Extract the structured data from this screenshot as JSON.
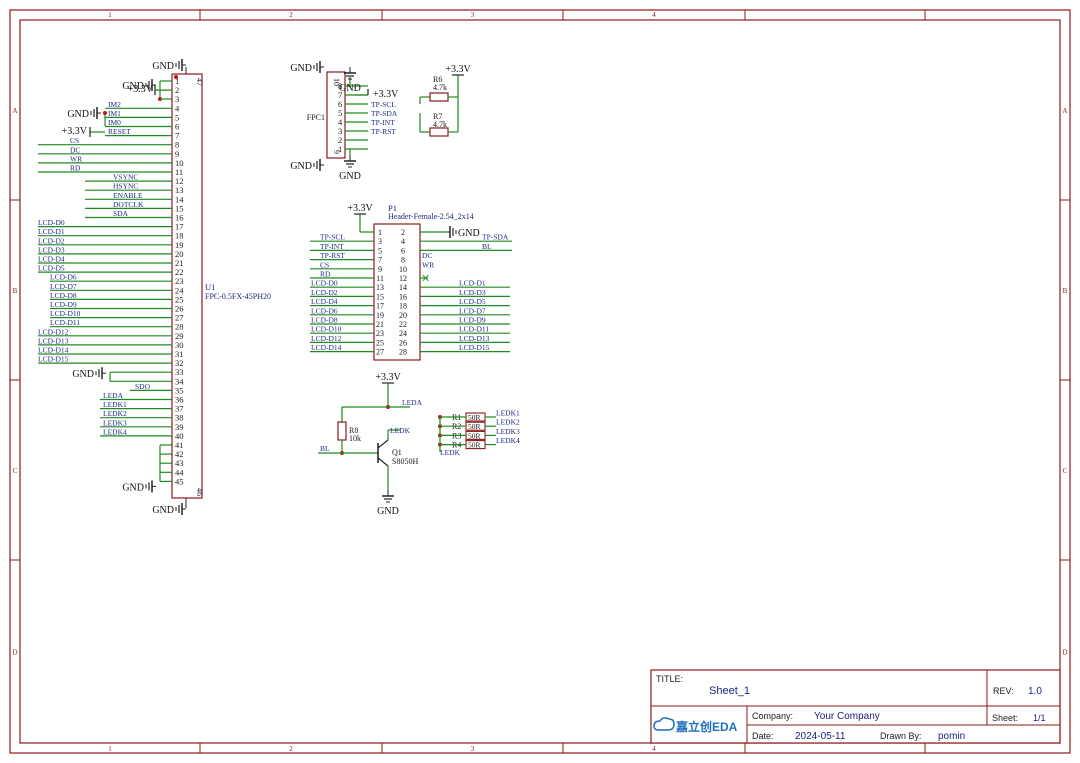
{
  "frame": {
    "columns": [
      "1",
      "2",
      "3",
      "4",
      "1",
      "2",
      "3",
      "4"
    ],
    "rows": [
      "A",
      "B",
      "C",
      "D"
    ],
    "colors": {
      "border": "#8b1a1a",
      "wire": "#1f8a1f",
      "net": "#1f2a8c",
      "text": "#1a1a1a"
    }
  },
  "title_block": {
    "title_label": "TITLE:",
    "title_value": "Sheet_1",
    "rev_label": "REV:",
    "rev_value": "1.0",
    "company_label": "Company:",
    "company_value": "Your Company",
    "sheet_label": "Sheet:",
    "sheet_value": "1/1",
    "date_label": "Date:",
    "date_value": "2024-05-11",
    "drawn_label": "Drawn By:",
    "drawn_value": "pomin",
    "logo_text": "嘉立创EDA"
  },
  "u1": {
    "ref": "U1",
    "value": "FPC-0.5FX-45PH20",
    "pins": [
      "1",
      "2",
      "3",
      "4",
      "5",
      "6",
      "7",
      "8",
      "9",
      "10",
      "11",
      "12",
      "13",
      "14",
      "15",
      "16",
      "17",
      "18",
      "19",
      "20",
      "21",
      "22",
      "23",
      "24",
      "25",
      "26",
      "27",
      "28",
      "29",
      "30",
      "31",
      "32",
      "33",
      "34",
      "35",
      "36",
      "37",
      "38",
      "39",
      "40",
      "41",
      "42",
      "43",
      "44",
      "45"
    ],
    "pin_top": "47",
    "pin_bottom": "46",
    "nets": [
      {
        "pin": 2,
        "label": "+3.3V",
        "kind": "power"
      },
      {
        "pin": 4,
        "label": "IM2",
        "kind": "net"
      },
      {
        "pin": 5,
        "label": "IM1",
        "kind": "net"
      },
      {
        "pin": 6,
        "label": "IM0",
        "kind": "net"
      },
      {
        "pin": 7,
        "label": "RESET",
        "kind": "net"
      },
      {
        "pin": 8,
        "label": "CS",
        "kind": "net"
      },
      {
        "pin": 9,
        "label": "DC",
        "kind": "net"
      },
      {
        "pin": 10,
        "label": "WR",
        "kind": "net"
      },
      {
        "pin": 11,
        "label": "RD",
        "kind": "net"
      },
      {
        "pin": 12,
        "label": "VSYNC",
        "kind": "net"
      },
      {
        "pin": 13,
        "label": "HSYNC",
        "kind": "net"
      },
      {
        "pin": 14,
        "label": "ENABLE",
        "kind": "net"
      },
      {
        "pin": 15,
        "label": "DOTCLK",
        "kind": "net"
      },
      {
        "pin": 16,
        "label": "SDA",
        "kind": "net"
      },
      {
        "pin": 17,
        "label": "LCD-D0",
        "kind": "net"
      },
      {
        "pin": 18,
        "label": "LCD-D1",
        "kind": "net"
      },
      {
        "pin": 19,
        "label": "LCD-D2",
        "kind": "net"
      },
      {
        "pin": 20,
        "label": "LCD-D3",
        "kind": "net"
      },
      {
        "pin": 21,
        "label": "LCD-D4",
        "kind": "net"
      },
      {
        "pin": 22,
        "label": "LCD-D5",
        "kind": "net"
      },
      {
        "pin": 23,
        "label": "LCD-D6",
        "kind": "net"
      },
      {
        "pin": 24,
        "label": "LCD-D7",
        "kind": "net"
      },
      {
        "pin": 25,
        "label": "LCD-D8",
        "kind": "net"
      },
      {
        "pin": 26,
        "label": "LCD-D9",
        "kind": "net"
      },
      {
        "pin": 27,
        "label": "LCD-D10",
        "kind": "net"
      },
      {
        "pin": 28,
        "label": "LCD-D11",
        "kind": "net"
      },
      {
        "pin": 29,
        "label": "LCD-D12",
        "kind": "net"
      },
      {
        "pin": 30,
        "label": "LCD-D13",
        "kind": "net"
      },
      {
        "pin": 31,
        "label": "LCD-D14",
        "kind": "net"
      },
      {
        "pin": 32,
        "label": "LCD-D15",
        "kind": "net"
      },
      {
        "pin": 35,
        "label": "SDO",
        "kind": "net"
      },
      {
        "pin": 36,
        "label": "LEDA",
        "kind": "net"
      },
      {
        "pin": 37,
        "label": "LEDK1",
        "kind": "net"
      },
      {
        "pin": 38,
        "label": "LEDK2",
        "kind": "net"
      },
      {
        "pin": 39,
        "label": "LEDK3",
        "kind": "net"
      },
      {
        "pin": 40,
        "label": "LEDK4",
        "kind": "net"
      }
    ],
    "gnd_labels": [
      "GND",
      "GND",
      "GND",
      "GND",
      "GND",
      "GND"
    ],
    "power_label": "+3.3V"
  },
  "fpc1": {
    "ref": "FPC1",
    "pins": [
      "8",
      "7",
      "6",
      "5",
      "4",
      "3",
      "2",
      "1"
    ],
    "pin_top": "10",
    "pin_bottom": "9",
    "nets": [
      "TP-SCL",
      "TP-SDA",
      "TP-INT",
      "TP-RST"
    ],
    "gnd_labels": [
      "GND",
      "GND",
      "GND",
      "GND"
    ],
    "power_label": "+3.3V"
  },
  "resistors_tp": [
    {
      "ref": "R6",
      "value": "4.7k"
    },
    {
      "ref": "R7",
      "value": "4.7k"
    }
  ],
  "tp_power": "+3.3V",
  "p1": {
    "ref": "P1",
    "value": "Header-Female-2.54_2x14",
    "power_label": "+3.3V",
    "gnd_label": "GND",
    "rows": [
      {
        "l": "1",
        "r": "2",
        "ln": "",
        "rn": ""
      },
      {
        "l": "3",
        "r": "4",
        "ln": "TP-SCL",
        "rn": "TP-SDA"
      },
      {
        "l": "5",
        "r": "6",
        "ln": "TP-INT",
        "rn": "BL"
      },
      {
        "l": "7",
        "r": "8",
        "ln": "TP-RST",
        "rn": "DC"
      },
      {
        "l": "9",
        "r": "10",
        "ln": "CS",
        "rn": "WR"
      },
      {
        "l": "11",
        "r": "12",
        "ln": "RD",
        "rn": ""
      },
      {
        "l": "13",
        "r": "14",
        "ln": "LCD-D0",
        "rn": "LCD-D1"
      },
      {
        "l": "15",
        "r": "16",
        "ln": "LCD-D2",
        "rn": "LCD-D3"
      },
      {
        "l": "17",
        "r": "18",
        "ln": "LCD-D4",
        "rn": "LCD-D5"
      },
      {
        "l": "19",
        "r": "20",
        "ln": "LCD-D6",
        "rn": "LCD-D7"
      },
      {
        "l": "21",
        "r": "22",
        "ln": "LCD-D8",
        "rn": "LCD-D9"
      },
      {
        "l": "23",
        "r": "24",
        "ln": "LCD-D10",
        "rn": "LCD-D11"
      },
      {
        "l": "25",
        "r": "26",
        "ln": "LCD-D12",
        "rn": "LCD-D13"
      },
      {
        "l": "27",
        "r": "28",
        "ln": "LCD-D14",
        "rn": "LCD-D15"
      }
    ]
  },
  "backlight": {
    "power_label": "+3.3V",
    "leda": "LEDA",
    "ledk": "LEDK",
    "bl": "BL",
    "r8_ref": "R8",
    "r8_value": "10k",
    "q1_ref": "Q1",
    "q1_value": "S8050H",
    "gnd_label": "GND"
  },
  "led_resistors": {
    "refs": [
      "R1",
      "R2",
      "R3",
      "R4"
    ],
    "value": "50R",
    "nets": [
      "LEDK1",
      "LEDK2",
      "LEDK3",
      "LEDK4"
    ],
    "common": "LEDK"
  }
}
